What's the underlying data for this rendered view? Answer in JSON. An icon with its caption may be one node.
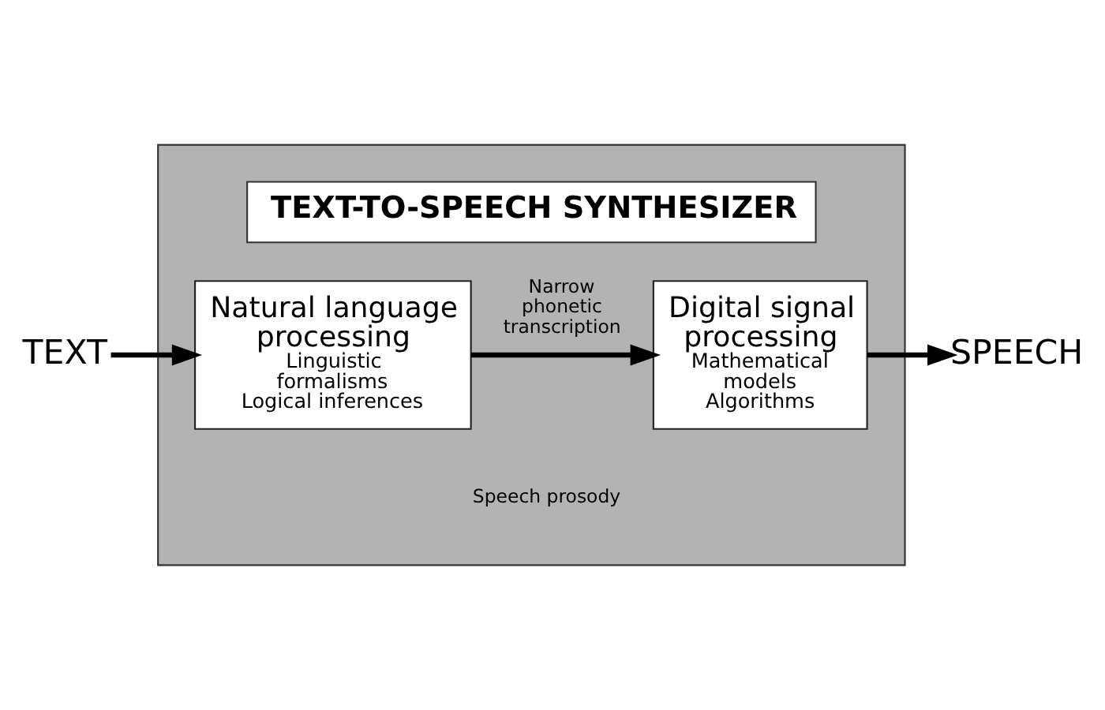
{
  "diagram": {
    "nodes": [
      {
        "text": [],
        "shape": "box"
      },
      {
        "text": [
          "TEXT-TO-SPEECH SYNTHESIZER"
        ],
        "in": 0
      },
      {
        "text": [
          "TEXT"
        ]
      },
      {
        "text": [
          "Natural language processing",
          "Linguistic formalisms",
          "Logical inferences"
        ],
        "in": 0
      },
      {
        "text": [
          "Digital signal processing",
          "Mathematical models",
          "Algorithms"
        ],
        "in": 0
      },
      {
        "text": [
          "SPEECH"
        ]
      }
    ],
    "edges": [
      {
        "from": 2,
        "to": 3,
        "arrow": "to"
      },
      {
        "from": 3,
        "to": 4,
        "arrow": "to",
        "label": "Narrow phonetic transcription"
      },
      {
        "from": 4,
        "to": 5,
        "arrow": "to"
      }
    ],
    "labels": [
      "Speech prosody"
    ]
  }
}
